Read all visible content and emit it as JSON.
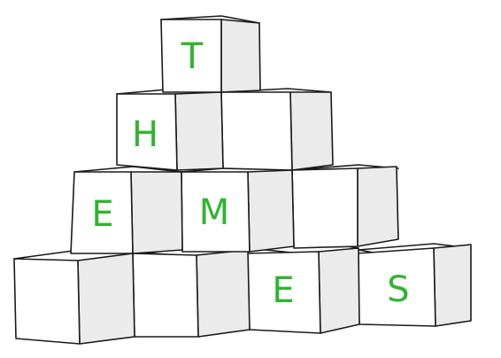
{
  "artwork": {
    "letters": [
      "T",
      "H",
      "E",
      "M",
      "E",
      "S"
    ],
    "colors": {
      "letter": "#2fb52f",
      "outline": "#1a1a1a",
      "front_face": "#ffffff",
      "side_face": "#ebebeb",
      "background": "#ffffff"
    }
  }
}
